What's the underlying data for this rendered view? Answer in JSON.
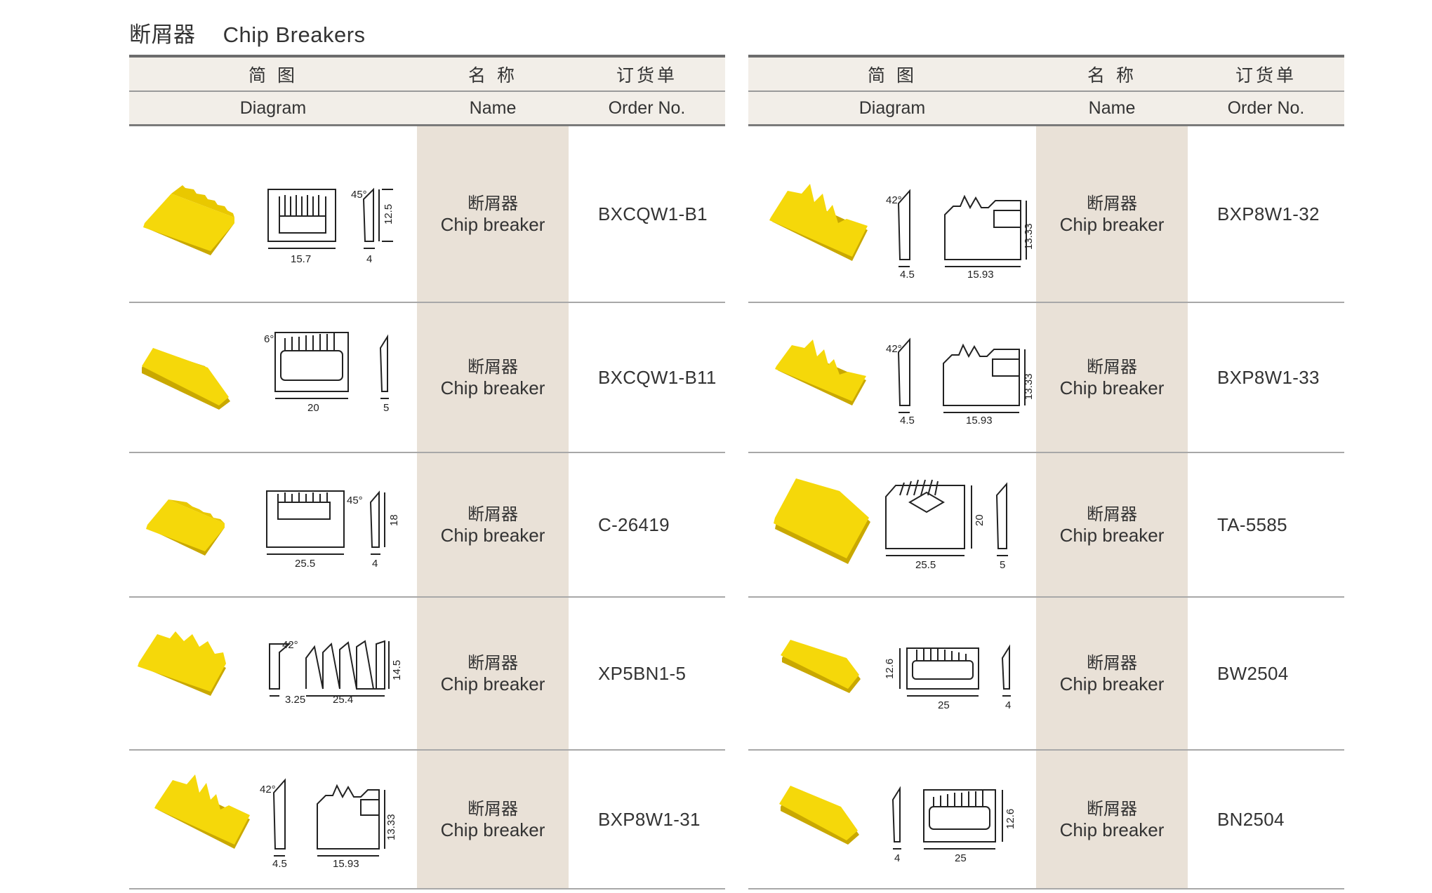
{
  "title": {
    "cn": "断屑器",
    "en": "Chip  Breakers"
  },
  "header": {
    "diagram_cn": "简 图",
    "name_cn": "名 称",
    "order_cn": "订货单",
    "diagram_en": "Diagram",
    "name_en": "Name",
    "order_en": "Order  No."
  },
  "name_cn": "断屑器",
  "name_en": "Chip  breaker",
  "left_rows": [
    {
      "order": "BXCQW1-B1",
      "dims": [
        "45°",
        "12.5",
        "15.7",
        "4"
      ]
    },
    {
      "order": "BXCQW1-B11",
      "dims": [
        "6°",
        "20",
        "5"
      ]
    },
    {
      "order": "C-26419",
      "dims": [
        "45°",
        "18",
        "25.5",
        "4"
      ]
    },
    {
      "order": "XP5BN1-5",
      "dims": [
        "42°",
        "3.25",
        "25.4",
        "14.5"
      ]
    },
    {
      "order": "BXP8W1-31",
      "dims": [
        "42°",
        "4.5",
        "15.93",
        "13.33"
      ]
    }
  ],
  "right_rows": [
    {
      "order": "BXP8W1-32",
      "dims": [
        "42°",
        "4.5",
        "15.93",
        "13.33"
      ]
    },
    {
      "order": "BXP8W1-33",
      "dims": [
        "42°",
        "4.5",
        "15.93",
        "13.33"
      ]
    },
    {
      "order": "TA-5585",
      "dims": [
        "20",
        "25.5",
        "5"
      ]
    },
    {
      "order": "BW2504",
      "dims": [
        "12.6",
        "25",
        "4"
      ]
    },
    {
      "order": "BN2504",
      "dims": [
        "4",
        "25",
        "12.6"
      ]
    }
  ],
  "colors": {
    "insert": "#f5d80a",
    "insert_shade": "#c9a800",
    "name_bg": "#e9e1d7",
    "header_bg": "#f2eee8"
  }
}
